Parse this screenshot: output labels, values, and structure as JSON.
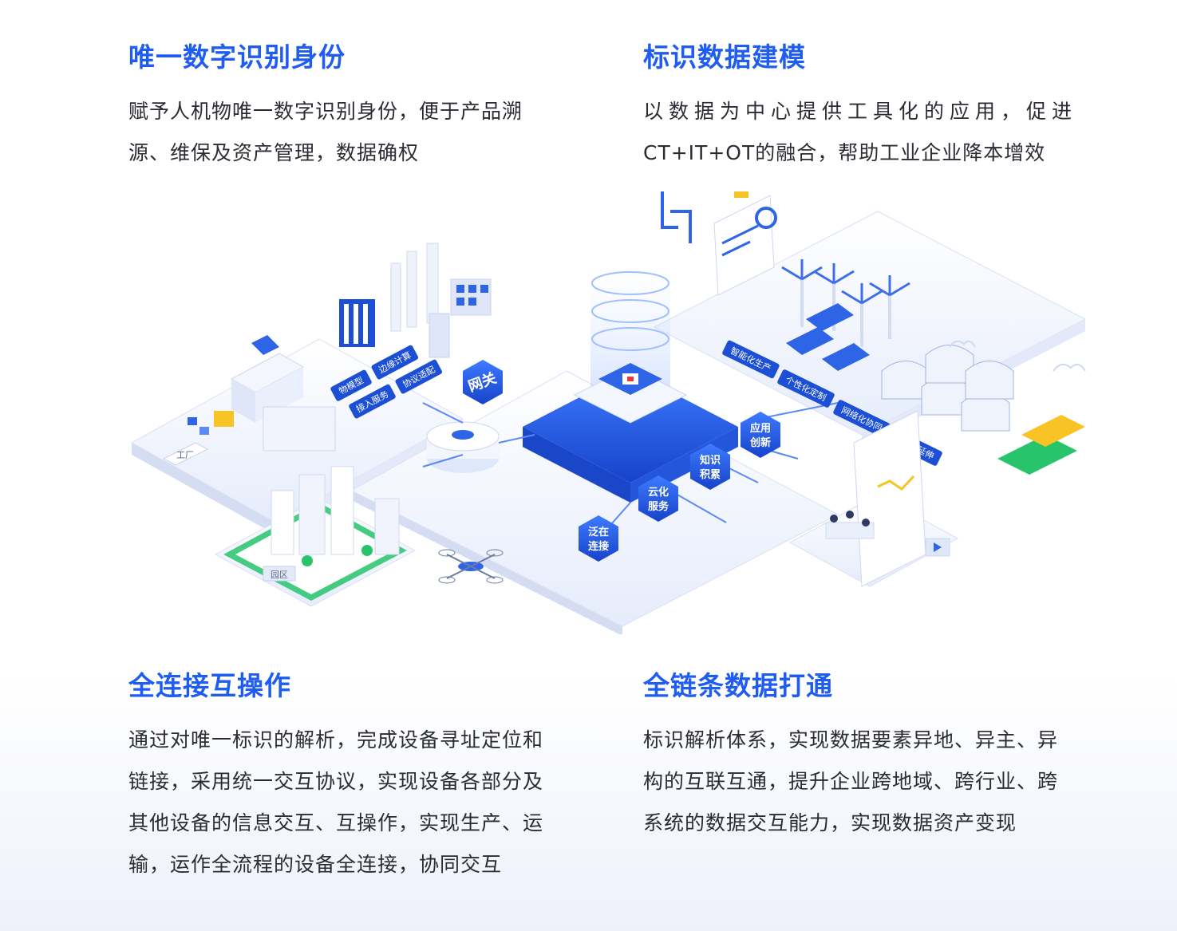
{
  "colors": {
    "accent": "#1f5cf0",
    "body_text": "#2b2b33",
    "green": "#27c46b",
    "yellow": "#f7c325"
  },
  "features": {
    "id_unique": {
      "title": "唯一数字识别身份",
      "lines": [
        "赋予人机物唯一数字识别身份，便于产品溯",
        "源、维保及资产管理，数据确权"
      ]
    },
    "modeling": {
      "title": "标识数据建模",
      "lines": [
        "以数据为中心提供工具化的应用，促进",
        "CT+IT+OT的融合，帮助工业企业降本增效"
      ]
    },
    "interop": {
      "title": "全连接互操作",
      "lines": [
        "通过对唯一标识的解析，完成设备寻址定位和",
        "链接，采用统一交互协议，实现设备各部分及",
        "其他设备的信息交互、互操作，实现生产、运",
        "输，运作全流程的设备全连接，协同交互"
      ]
    },
    "chain": {
      "title": "全链条数据打通",
      "lines": [
        "标识解析体系，实现数据要素异地、异主、异",
        "构的互联互通，提升企业跨地域、跨行业、跨",
        "系统的数据交互能力，实现数据资产变现"
      ]
    }
  },
  "illustration": {
    "gateway_label": "网关",
    "factory_label": "工厂",
    "park_label": "园区",
    "hub_icons": [
      "cloud-icon",
      "wind-turbine-icon",
      "solar-panel-icon",
      "drone-icon",
      "greenhouse-icon",
      "factory-icon"
    ],
    "left_tags": [
      "物模型",
      "边缘计算",
      "接入服务",
      "协议适配"
    ],
    "right_tags": [
      "智能化生产",
      "个性化定制",
      "网络化协同",
      "服务化延伸"
    ],
    "hex_badges": [
      {
        "line1": "泛在",
        "line2": "连接"
      },
      {
        "line1": "云化",
        "line2": "服务"
      },
      {
        "line1": "知识",
        "line2": "积累"
      },
      {
        "line1": "应用",
        "line2": "创新"
      }
    ]
  }
}
